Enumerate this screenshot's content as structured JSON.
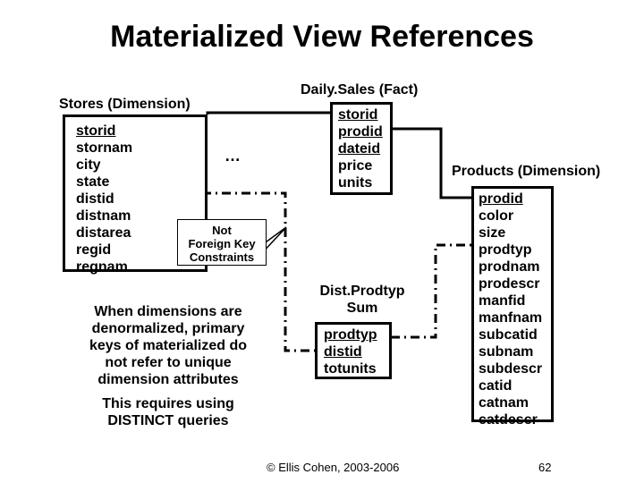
{
  "title": "Materialized View References",
  "stores": {
    "label": "Stores (Dimension)",
    "attributes": [
      "storid",
      "stornam",
      "city",
      "state",
      "distid",
      "distnam",
      "distarea",
      "regid",
      "regnam"
    ],
    "key_attribute": "storid"
  },
  "daily_sales": {
    "label": "Daily.Sales (Fact)",
    "attributes": [
      "storid",
      "prodid",
      "dateid",
      "price",
      "units"
    ],
    "key_attributes": [
      "storid",
      "prodid",
      "dateid"
    ]
  },
  "products": {
    "label": "Products (Dimension)",
    "attributes": [
      "prodid",
      "color",
      "size",
      "prodtyp",
      "prodnam",
      "prodescr",
      "manfid",
      "manfnam",
      "subcatid",
      "subnam",
      "subdescr",
      "catid",
      "catnam",
      "catdescr"
    ],
    "key_attribute": "prodid"
  },
  "dist_prodtyp": {
    "label_line1": "Dist.Prodtyp",
    "label_line2": "Sum",
    "attributes": [
      "prodtyp",
      "distid",
      "totunits"
    ],
    "key_attributes": [
      "prodtyp",
      "distid"
    ]
  },
  "ellipsis": "…",
  "callout": {
    "line1": "Not",
    "line2": "Foreign Key",
    "line3": "Constraints"
  },
  "note1": {
    "lines": [
      "When dimensions are",
      "denormalized, primary",
      "keys of materialized do",
      "not refer to unique",
      "dimension attributes"
    ]
  },
  "note2": {
    "lines": [
      "This requires using",
      "DISTINCT queries"
    ]
  },
  "footer": {
    "copyright": "© Ellis Cohen, 2003-2006",
    "page": "62"
  }
}
